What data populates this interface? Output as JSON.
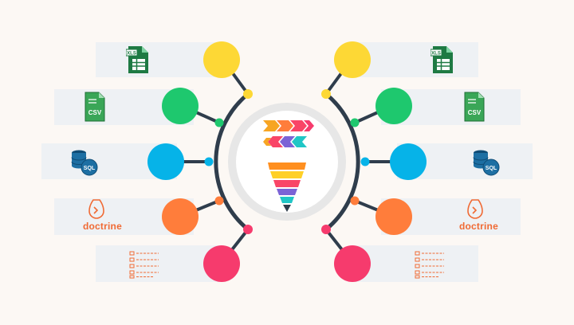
{
  "colors": {
    "background": "#fcf8f4",
    "panel": "#eef1f4",
    "line": "#2f3d4c",
    "yellow": "#fdd835",
    "green": "#1ec86e",
    "blue": "#06b3e8",
    "orange": "#ff7d3b",
    "pink": "#f63b6d",
    "hub": "#e7e7e7"
  },
  "left_items": [
    {
      "icon": "xls-file-icon",
      "label": "XLS",
      "color": "yellow"
    },
    {
      "icon": "csv-file-icon",
      "label": "CSV",
      "color": "green"
    },
    {
      "icon": "sql-database-icon",
      "label": "SQL",
      "color": "blue"
    },
    {
      "icon": "doctrine-logo-icon",
      "label": "doctrine",
      "color": "orange"
    },
    {
      "icon": "list-form-icon",
      "label": "",
      "color": "pink"
    }
  ],
  "right_items": [
    {
      "icon": "xls-file-icon",
      "label": "XLS",
      "color": "yellow"
    },
    {
      "icon": "csv-file-icon",
      "label": "CSV",
      "color": "green"
    },
    {
      "icon": "sql-database-icon",
      "label": "SQL",
      "color": "blue"
    },
    {
      "icon": "doctrine-logo-icon",
      "label": "doctrine",
      "color": "orange"
    },
    {
      "icon": "list-form-icon",
      "label": "",
      "color": "pink"
    }
  ],
  "hub": {
    "icons": [
      "right-arrows-icon",
      "left-arrows-icon",
      "funnel-icon"
    ],
    "funnel_colors": [
      "#ff8f1f",
      "#ffd027",
      "#f94567",
      "#7b63d6",
      "#20c6c6",
      "#2f3d4c"
    ]
  }
}
